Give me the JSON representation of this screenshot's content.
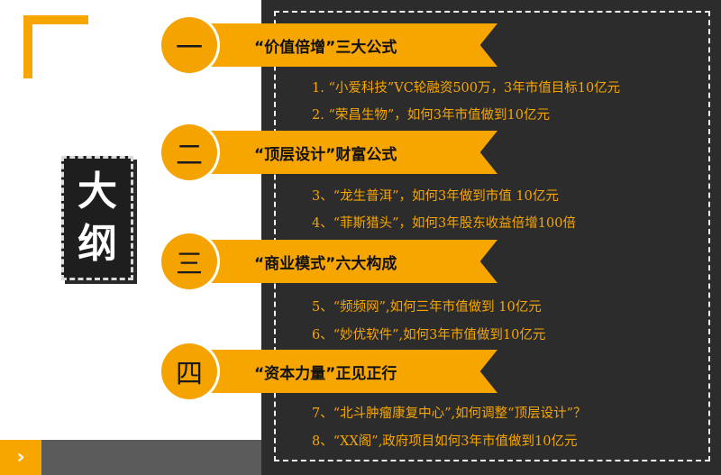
{
  "badge": {
    "line1": "大",
    "line2": "纲"
  },
  "nav": {
    "arrow": "›"
  },
  "sections": [
    {
      "number": "一",
      "title": "“价值倍增”三大公式",
      "items": [
        "1.   “小爱科技”VC轮融资500万，3年市值目标10亿元",
        "2.   “荣昌生物”，如何3年市值做到10亿元"
      ]
    },
    {
      "number": "二",
      "title": "“顶层设计”财富公式",
      "items": [
        "3、“龙生普洱”，如何3年做到市值 10亿元",
        "4、“菲斯猎头”，如何3年股东收益倍增100倍"
      ]
    },
    {
      "number": "三",
      "title": "“商业模式”六大构成",
      "items": [
        "5、“频频网”,如何三年市值做到 10亿元",
        "6、“妙优软件”,如何3年市值做到10亿元"
      ]
    },
    {
      "number": "四",
      "title": "“资本力量”正见正行",
      "items": [
        "7、“北斗肿瘤康复中心”,如何调整“顶层设计”？",
        "8、“XX阁”,政府项目如何3年市值做到10亿元"
      ]
    }
  ]
}
